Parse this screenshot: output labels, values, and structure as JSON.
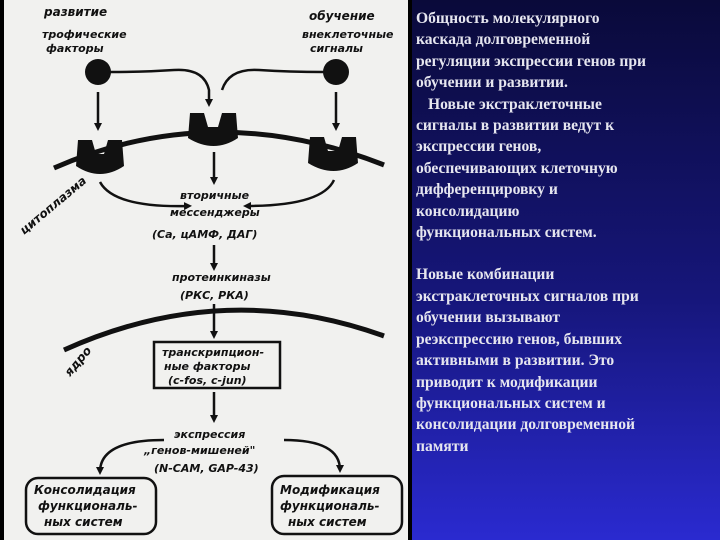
{
  "diagram": {
    "left_title": "развитие",
    "right_title": "обучение",
    "left_signal": [
      "трофические",
      "факторы"
    ],
    "right_signal": [
      "внеклеточные",
      "сигналы"
    ],
    "cytoplasm": "цитоплазма",
    "second_messengers": [
      "вторичные",
      "мессенджеры",
      "(Са, цАМФ, ДАГ)"
    ],
    "kinases": [
      "протеинкиназы",
      "(РКС, РКА)"
    ],
    "nucleus": "ядро",
    "transcription": [
      "транскрипцион-",
      "ные факторы",
      "(c-fos, c-jun)"
    ],
    "expression": [
      "экспрессия",
      "„генов-мишеней\"",
      "(N-CAM, GAP-43)"
    ],
    "consolidation_box": [
      "Консолидация",
      "функциональ-",
      "ных систем"
    ],
    "modification_box": [
      "Модификация",
      "функциональ-",
      "ных систем"
    ]
  },
  "text": {
    "para1_title": [
      "Общность молекулярного",
      "каскада долговременной",
      "регуляции экспрессии генов при",
      "обучении и развитии."
    ],
    "para1_body": [
      "Новые экстраклеточные",
      "сигналы в развитии ведут к",
      "экспрессии генов,",
      "обеспечивающих клеточную",
      "дифференцировку и",
      "консолидацию",
      "функциональных систем."
    ],
    "para2": [
      "Новые комбинации",
      "экстраклеточных сигналов при",
      "обучении вызывают",
      "реэкспрессию генов, бывших",
      "активными в развитии. Это",
      "приводит к модификации",
      "функциональных систем и",
      "консолидации долговременной",
      "памяти"
    ]
  }
}
